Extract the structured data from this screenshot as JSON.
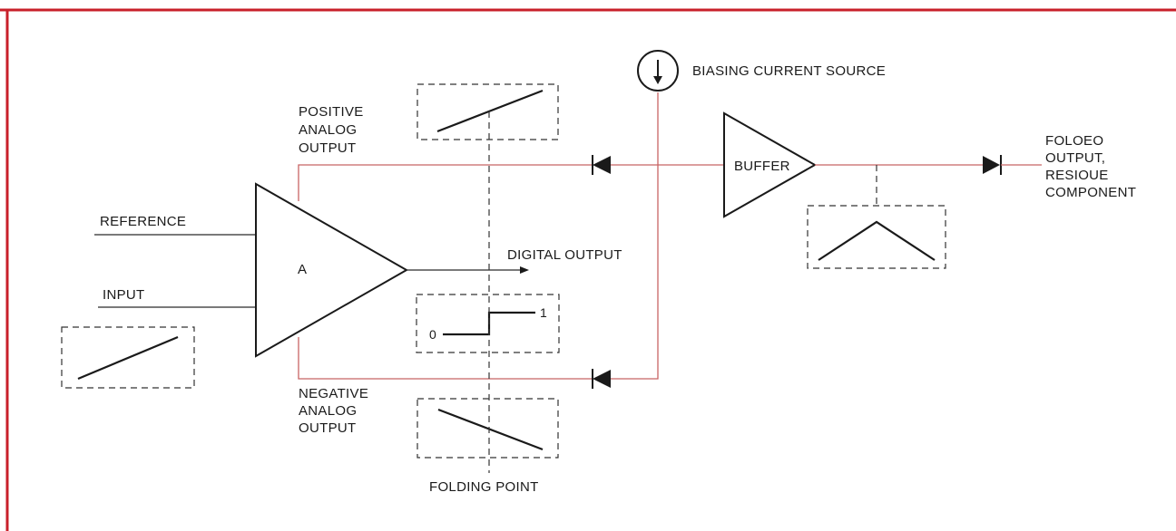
{
  "diagram": {
    "labels": {
      "reference": "REFERENCE",
      "input": "INPUT",
      "amplifier": "A",
      "positive_output": [
        "POSITIVE",
        "ANALOG",
        "OUTPUT"
      ],
      "negative_output": [
        "NEGATIVE",
        "ANALOG",
        "OUTPUT"
      ],
      "digital_output": "DIGITAL OUTPUT",
      "biasing_source": "BIASING CURRENT SOURCE",
      "buffer": "BUFFER",
      "folded_output": [
        "FOLOEO",
        "OUTPUT,",
        "RESIOUE",
        "COMPONENT"
      ],
      "folding_point": "FOLDING POINT",
      "step_low": "0",
      "step_high": "1"
    },
    "colors": {
      "frame": "#c8202a",
      "wire": "#c86464",
      "ink": "#1a1a1a"
    }
  }
}
